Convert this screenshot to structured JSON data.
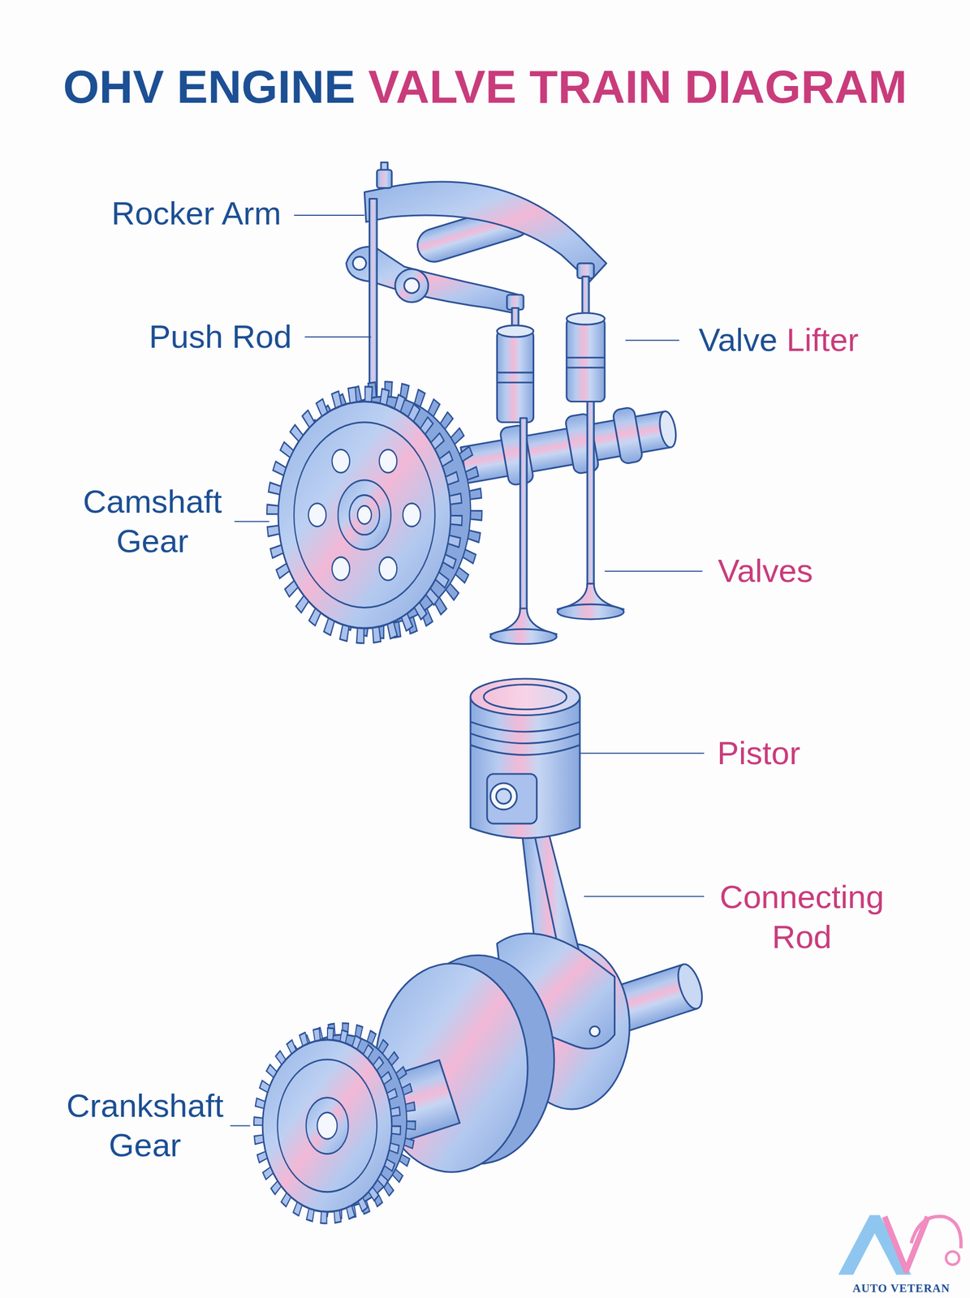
{
  "diagram": {
    "title": "OHV ENGINE VALVE TRAIN DIAGRAM",
    "labels": [
      "Rocker Arm",
      "Push Rod",
      "Valve Lifter",
      "Camshaft Gear",
      "Valves",
      "Pistor",
      "Connecting Rod",
      "Crankshaft Gear",
      "AUTO VETERAN"
    ]
  }
}
